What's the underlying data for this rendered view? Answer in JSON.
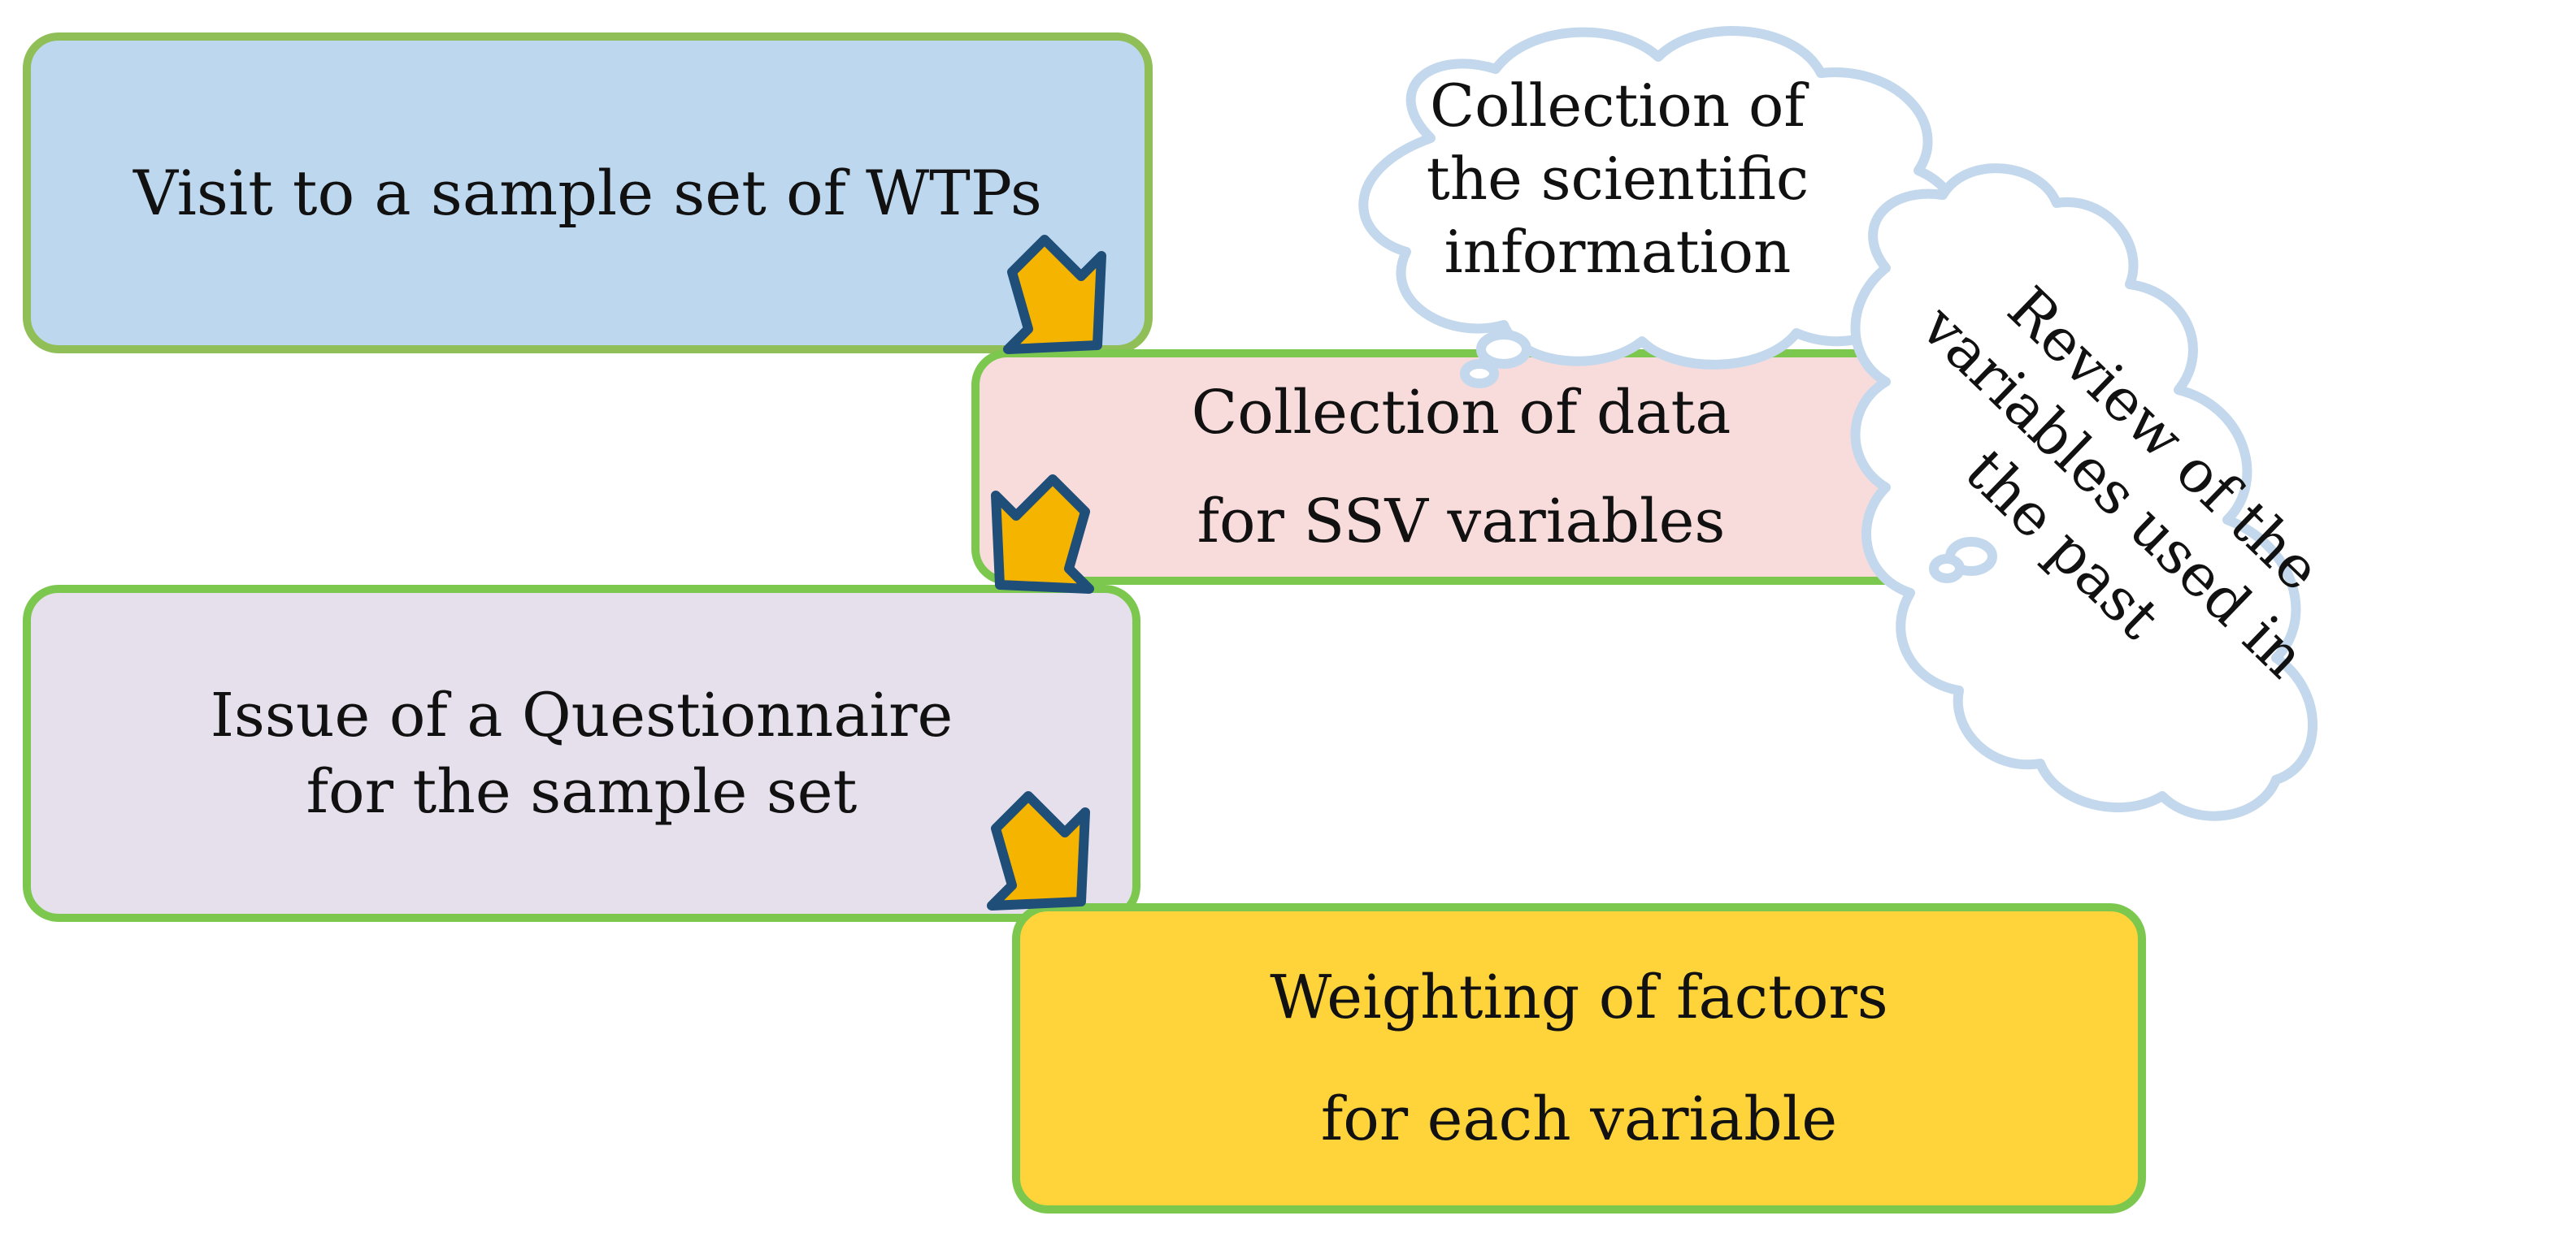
{
  "steps": {
    "visit": {
      "label": "Visit to a sample set of WTPs"
    },
    "collection": {
      "line1": "Collection of data",
      "line2": "for SSV variables"
    },
    "questionnaire": {
      "line1": "Issue of a Questionnaire",
      "line2": "for the sample set"
    },
    "weighting": {
      "line1": "Weighting of factors",
      "line2": "for each variable"
    }
  },
  "clouds": {
    "scientific": {
      "line1": "Collection of",
      "line2": "the scientific",
      "line3": "information"
    },
    "review": {
      "line1": "Review of the",
      "line2": "variables used in",
      "line3": "the past"
    }
  },
  "colors": {
    "visit_fill": "#bdd7ee",
    "collection_fill": "#f8dcdc",
    "questionnaire_fill": "#e5e0ec",
    "weighting_fill": "#ffd43b",
    "box_border": "#7cc84e",
    "arrow_fill": "#f5b400",
    "arrow_outline": "#1f4e79",
    "cloud_outline": "#c3d8ec"
  }
}
